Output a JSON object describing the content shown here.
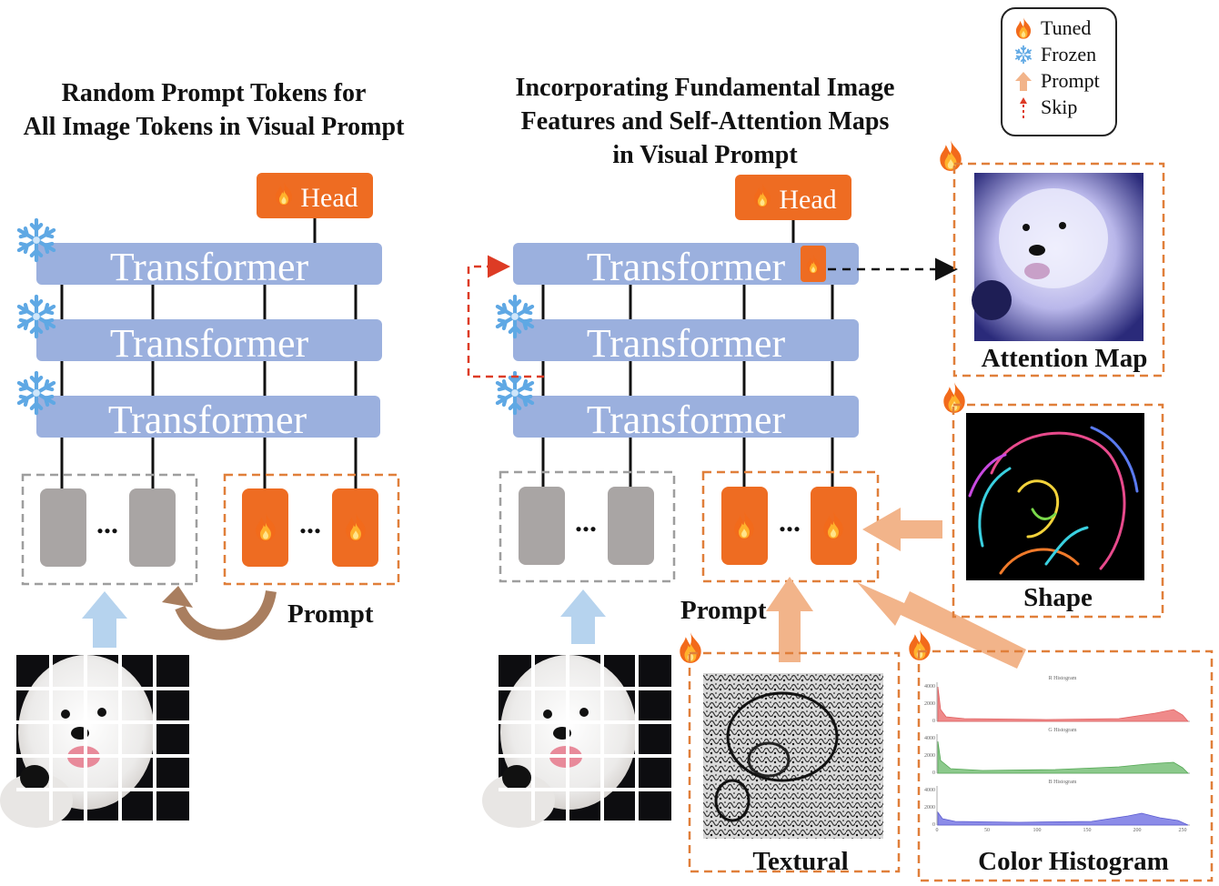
{
  "left_panel": {
    "title": "Random Prompt Tokens for\nAll Image Tokens in Visual Prompt",
    "head_label": "Head",
    "transformer_labels": [
      "Transformer",
      "Transformer",
      "Transformer"
    ],
    "ellipsis": "...",
    "prompt_label": "Prompt"
  },
  "right_panel": {
    "title": "Incorporating Fundamental Image\nFeatures and Self-Attention Maps\nin Visual Prompt",
    "head_label": "Head",
    "transformer_labels": [
      "Transformer",
      "Transformer",
      "Transformer"
    ],
    "ellipsis": "...",
    "prompt_label": "Prompt"
  },
  "legend": {
    "items": [
      {
        "label": "Tuned",
        "icon": "fire-icon"
      },
      {
        "label": "Frozen",
        "icon": "snowflake-icon"
      },
      {
        "label": "Prompt",
        "icon": "up-arrow-icon"
      },
      {
        "label": "Skip",
        "icon": "dashed-arrow-icon"
      }
    ]
  },
  "feature_boxes": {
    "attention_map": "Attention Map",
    "shape": "Shape",
    "textural": "Textural",
    "color_histogram": "Color Histogram"
  },
  "histogram": {
    "panels": [
      "R Histogram",
      "G Histogram",
      "B Histogram"
    ],
    "y_ticks": [
      "4000",
      "2000",
      "0"
    ],
    "x_ticks": [
      "0",
      "50",
      "100",
      "150",
      "200",
      "250"
    ]
  },
  "colors": {
    "transformer": "#9BB0DE",
    "tuned": "#EE6C22",
    "frozen_token": "#A9A5A4",
    "dashed_orange": "#E07F3A",
    "dashed_gray": "#9E9E9E",
    "prompt_arrow": "#F2B48A",
    "input_arrow": "#B6D3EE",
    "loop_arrow": "#A97E5F",
    "skip_red": "#DD3B25"
  }
}
